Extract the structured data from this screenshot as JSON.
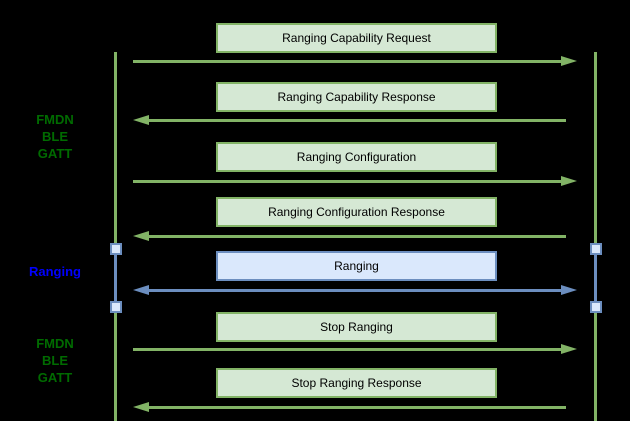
{
  "colors": {
    "background": "#000000",
    "green_box_fill": "#d5e8d4",
    "green_stroke": "#82b366",
    "blue_box_fill": "#dae8fc",
    "blue_stroke": "#6c8ebf",
    "gatt_label_text": "#006b00",
    "ranging_label_text": "#0000ff",
    "box_text": "#000000"
  },
  "side_labels": [
    {
      "lines": [
        "FMDN",
        "BLE",
        "GATT"
      ],
      "color": "green"
    },
    {
      "lines": [
        "Ranging"
      ],
      "color": "blue"
    },
    {
      "lines": [
        "FMDN",
        "BLE",
        "GATT"
      ],
      "color": "green"
    }
  ],
  "messages": [
    {
      "label": "Ranging Capability Request",
      "direction": "right",
      "scheme": "green"
    },
    {
      "label": "Ranging Capability Response",
      "direction": "left",
      "scheme": "green"
    },
    {
      "label": "Ranging Configuration",
      "direction": "right",
      "scheme": "green"
    },
    {
      "label": "Ranging Configuration Response",
      "direction": "left",
      "scheme": "green"
    },
    {
      "label": "Ranging",
      "direction": "both",
      "scheme": "blue"
    },
    {
      "label": "Stop Ranging",
      "direction": "right",
      "scheme": "green"
    },
    {
      "label": "Stop Ranging Response",
      "direction": "left",
      "scheme": "green"
    }
  ]
}
